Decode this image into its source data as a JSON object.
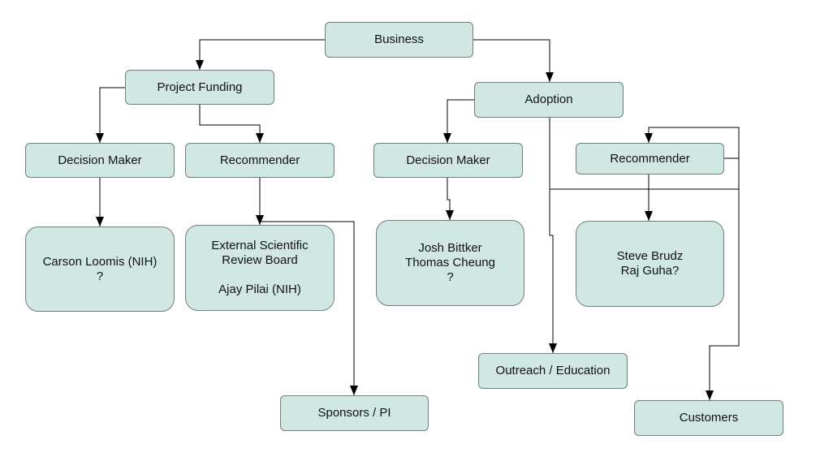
{
  "nodes": {
    "business": "Business",
    "project_funding": "Project Funding",
    "adoption": "Adoption",
    "pf_decision_maker": "Decision Maker",
    "pf_recommender": "Recommender",
    "ad_decision_maker": "Decision Maker",
    "ad_recommender": "Recommender",
    "carson": [
      "Carson Loomis (NIH)",
      "?"
    ],
    "external_board": [
      "External Scientific",
      "Review Board",
      "",
      "Ajay Pilai (NIH)"
    ],
    "josh": [
      "Josh Bittker",
      "Thomas Cheung",
      "?"
    ],
    "steve": [
      "Steve Brudz",
      "Raj Guha?"
    ],
    "sponsors": "Sponsors / PI",
    "outreach": "Outreach / Education",
    "customers": "Customers"
  },
  "colors": {
    "node_fill": "#d1e7e3",
    "node_border": "#6e7f7c",
    "line": "#000000"
  }
}
